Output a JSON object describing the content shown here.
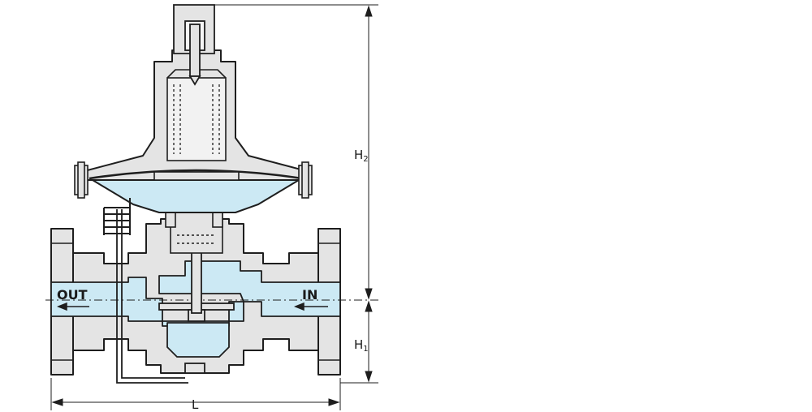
{
  "labels": {
    "outlet": "OUT",
    "inlet": "IN",
    "height_upper": "H",
    "height_upper_sub": "2",
    "height_lower": "H",
    "height_lower_sub": "1",
    "length": "L"
  },
  "colors": {
    "body_fill": "#e4e4e4",
    "fluid_fill": "#cce9f4",
    "line": "#1e1e1e",
    "background": "#ffffff"
  }
}
